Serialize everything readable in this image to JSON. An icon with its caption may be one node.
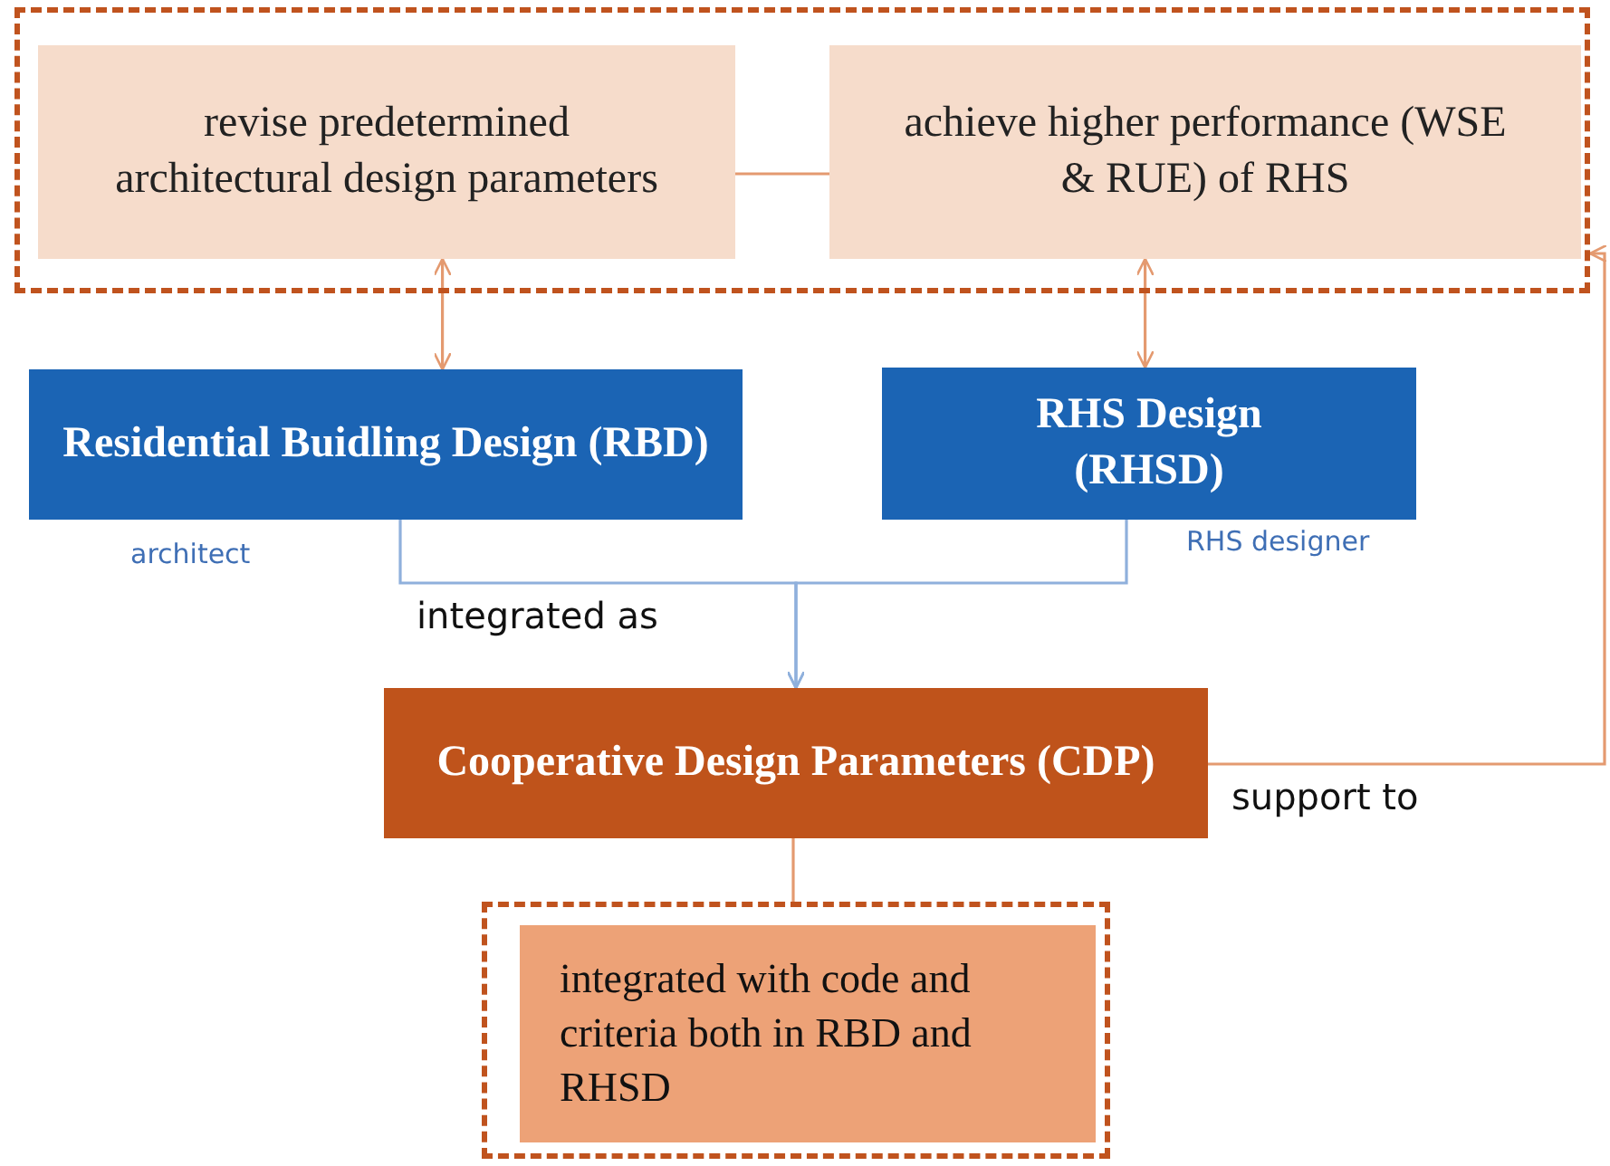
{
  "diagram": {
    "nodes": [
      {
        "text": [],
        "shape": "box"
      },
      {
        "text": [
          "revise predetermined architectural design parameters"
        ],
        "in": 0
      },
      {
        "text": [
          "achieve higher performance (WSE & RUE) of RHS"
        ],
        "in": 0
      },
      {
        "text": [
          "Residential Buidling Design (RBD)"
        ],
        "beside": [
          "architect"
        ]
      },
      {
        "text": [
          "RHS Design (RHSD)"
        ],
        "beside": [
          "RHS designer"
        ]
      },
      {
        "text": [
          "Cooperative Design Parameters (CDP)"
        ]
      },
      {
        "text": [],
        "shape": "box"
      },
      {
        "text": [
          "integrated with code and criteria both in RBD  and RHSD"
        ],
        "in": 6
      }
    ],
    "edges": [
      {
        "from": 1,
        "to": 2,
        "arrow": "none"
      },
      {
        "from": 1,
        "to": 3,
        "arrow": "both"
      },
      {
        "from": 2,
        "to": 4,
        "arrow": "both"
      },
      {
        "from": 3,
        "to": 5,
        "arrow": "to",
        "label": "integrated as",
        "color": "#8fb0dc"
      },
      {
        "from": 4,
        "to": 5,
        "arrow": "to",
        "color": "#8fb0dc"
      },
      {
        "from": 5,
        "to": 0,
        "arrow": "to",
        "label": "support to"
      },
      {
        "from": 5,
        "to": 6,
        "arrow": "none"
      }
    ]
  }
}
